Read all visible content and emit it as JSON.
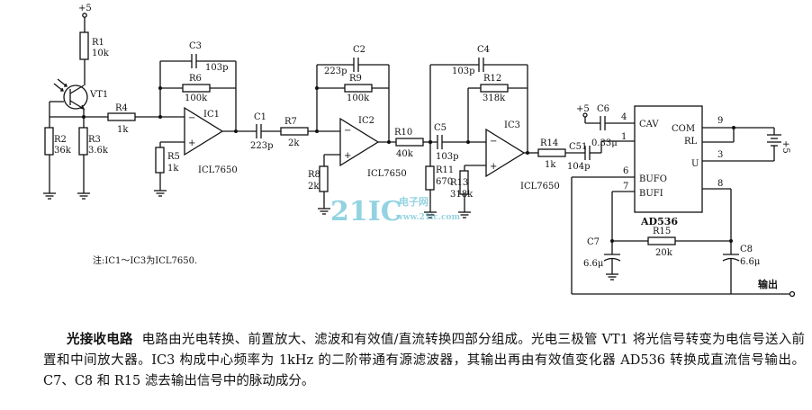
{
  "diagram": {
    "supply_label": "+5",
    "components": {
      "VT1": "VT1",
      "R1": {
        "name": "R1",
        "value": "10k"
      },
      "R2": {
        "name": "R2",
        "value": "36k"
      },
      "R3": {
        "name": "R3",
        "value": "3.6k"
      },
      "R4": {
        "name": "R4",
        "value": "1k"
      },
      "R5": {
        "name": "R5",
        "value": "1k"
      },
      "R6": {
        "name": "R6",
        "value": "100k"
      },
      "C3": {
        "name": "C3",
        "value": "103p"
      },
      "IC1": "IC1",
      "IC1_type": "ICL7650",
      "C1": {
        "name": "C1",
        "value": "223p"
      },
      "R7": {
        "name": "R7",
        "value": "2k"
      },
      "R8": {
        "name": "R8",
        "value": "2k"
      },
      "C2": {
        "name": "C2",
        "value": "223p"
      },
      "R9": {
        "name": "R9",
        "value": "100k"
      },
      "IC2": "IC2",
      "IC2_type": "ICL7650",
      "R10": {
        "name": "R10",
        "value": "40k"
      },
      "C5": {
        "name": "C5",
        "value": "103p"
      },
      "R11": {
        "name": "R11",
        "value": "670"
      },
      "C4": {
        "name": "C4",
        "value": "103p"
      },
      "R12": {
        "name": "R12",
        "value": "318k"
      },
      "R13": {
        "name": "R13",
        "value": "318k"
      },
      "IC3": "IC3",
      "IC3_type": "ICL7650",
      "R14": {
        "name": "R14",
        "value": "1k"
      },
      "C51": {
        "name": "C51",
        "value": "104p"
      },
      "C6": {
        "name": "C6",
        "value": "0.33μ"
      },
      "C6_supply": "+5",
      "AD536": {
        "name": "AD536",
        "pins": {
          "CAV": "CAV",
          "COM": "COM",
          "RL": "RL",
          "BUFO": "BUFO",
          "BUFI": "BUFI",
          "U": "U"
        },
        "pin_numbers": {
          "p4": "4",
          "p1": "1",
          "p6": "6",
          "p7": "7",
          "p8": "8",
          "p9": "9",
          "p3": "3"
        }
      },
      "battery": "+5",
      "R15": {
        "name": "R15",
        "value": "20k"
      },
      "C7": {
        "name": "C7",
        "value": "6.6μ"
      },
      "C8": {
        "name": "C8",
        "value": "6.6μ"
      },
      "output": "输出"
    },
    "note": "注:IC1～IC3为ICL7650.",
    "watermark": {
      "brand": "21IC",
      "cn": "电子网",
      "url": "www.21ic.com"
    }
  },
  "caption": {
    "title": "光接收电路",
    "body": "电路由光电转换、前置放大、滤波和有效值/直流转换四部分组成。光电三极管 VT1 将光信号转变为电信号送入前置和中间放大器。IC3 构成中心频率为 1kHz 的二阶带通有源滤波器，其输出再由有效值变化器 AD536 转换成直流信号输出。C7、C8 和 R15 滤去输出信号中的脉动成分。"
  }
}
